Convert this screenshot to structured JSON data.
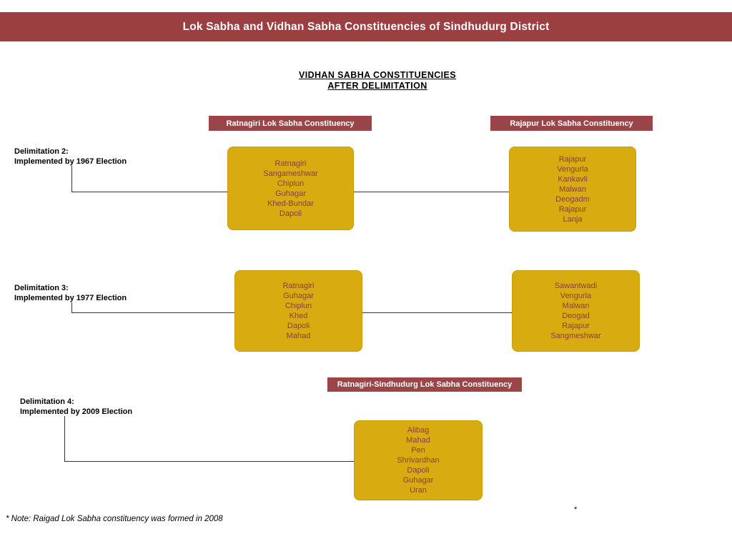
{
  "banner": {
    "title": "Lok Sabha and Vidhan Sabha Constituencies of Sindhudurg District"
  },
  "heading": {
    "line1": "VIDHAN SABHA CONSTITUENCIES",
    "line2": "AFTER DELIMITATION"
  },
  "colors": {
    "banner_maroon": "#9c3f41",
    "badge_maroon": "#9c4548",
    "box_gold": "#d8ac10",
    "box_text_maroon": "#8c3b3b"
  },
  "badges": [
    {
      "label": "Ratnagiri Lok Sabha Constituency"
    },
    {
      "label": "Rajapur Lok Sabha Constituency"
    },
    {
      "label": "Ratnagiri-Sindhudurg Lok Sabha Constituency"
    }
  ],
  "rows": [
    {
      "label_line1": "Delimitation 2:",
      "label_line2": "Implemented by 1967 Election",
      "left_box": {
        "items": [
          "Ratnagiri",
          "Sangameshwar",
          "Chiplun",
          "Guhagar",
          "Khed-Bundar",
          "Dapoli"
        ]
      },
      "right_box": {
        "items": [
          "Rajapur",
          "Vengurla",
          "Kankavli",
          "Malwan",
          "Deogadm",
          "Rajapur",
          "Lanja"
        ]
      }
    },
    {
      "label_line1": "Delimitation 3:",
      "label_line2": "Implemented by 1977 Election",
      "left_box": {
        "items": [
          "Ratnagiri",
          "Guhagar",
          "Chiplun",
          "Khed",
          "Dapoli",
          "Mahad"
        ]
      },
      "right_box": {
        "items": [
          "Sawantwadi",
          "Vengurla",
          "Malwan",
          "Deogad",
          "Rajapur",
          "Sangmeshwar"
        ]
      }
    },
    {
      "label_line1": "Delimitation 4:",
      "label_line2": "Implemented by 2009 Election",
      "left_box": {
        "items": [
          "Alibag",
          "Mahad",
          "Pen",
          "Shrivardhan",
          "Dapoli",
          "Guhagar",
          "Uran"
        ]
      }
    }
  ],
  "note": {
    "text": "* Note: Raigad Lok Sabha constituency was formed in 2008",
    "asterisk": "*"
  }
}
